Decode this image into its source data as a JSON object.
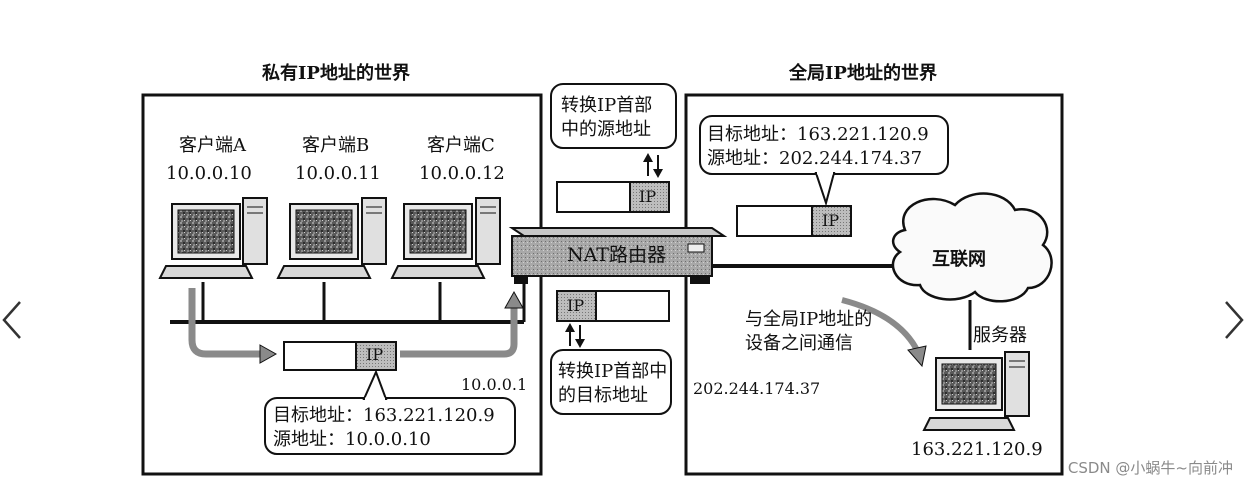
{
  "titles": {
    "private_world": "私有IP地址的世界",
    "global_world": "全局IP地址的世界"
  },
  "clients": [
    {
      "name": "客户端A",
      "ip": "10.0.0.10"
    },
    {
      "name": "客户端B",
      "ip": "10.0.0.11"
    },
    {
      "name": "客户端C",
      "ip": "10.0.0.12"
    }
  ],
  "router": {
    "label": "NAT路由器",
    "inside_ip": "10.0.0.1",
    "outside_ip": "202.244.174.37"
  },
  "internet": {
    "label": "互联网"
  },
  "server": {
    "label": "服务器",
    "ip": "163.221.120.9"
  },
  "callouts": {
    "convert_source_line1": "转换IP首部",
    "convert_source_line2": "中的源地址",
    "convert_dest_line1": "转换IP首部中",
    "convert_dest_line2": "的目标地址",
    "left_dest": "目标地址：163.221.120.9",
    "left_src": "源地址：10.0.0.10",
    "right_dest": "目标地址：163.221.120.9",
    "right_src": "源地址：202.244.174.37"
  },
  "packet_label": "IP",
  "global_comm_line1": "与全局IP地址的",
  "global_comm_line2": "设备之间通信",
  "watermark": "CSDN @小蜗牛~向前冲",
  "nav": {
    "prev_icon": "chevron-left-icon",
    "next_icon": "chevron-right-icon"
  }
}
